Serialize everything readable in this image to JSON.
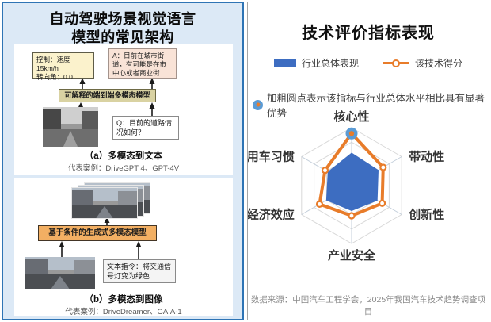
{
  "left_panel": {
    "title_line1": "自动驾驶场景视觉语言",
    "title_line2": "模型的常见架构",
    "diagram_a": {
      "control_box": "控制：速度15km/h\n转向角：0.0",
      "answer_box": "A：目前在城市街道，有可能是在市中心或者商业街",
      "model_box": "可解释的端到端多模态模型",
      "question_box": "Q：目前的道路情况如何？",
      "caption": "（a）多模态到文本",
      "examples": "代表案例：DriveGPT 4、GPT-4V"
    },
    "diagram_b": {
      "model_box": "基于条件的生成式多模态模型",
      "instruction_box": "文本指令：将交通信号灯变为绿色",
      "caption": "（b）多模态到图像",
      "examples": "代表案例：DriveDreamer、GAIA-1"
    }
  },
  "right_panel": {
    "title": "技术评价指标表现",
    "legend": [
      {
        "label": "行业总体表现",
        "color": "#3D6DC1",
        "marker": "bar"
      },
      {
        "label": "该技术得分",
        "color": "#E87C2A",
        "marker": "line-circle"
      }
    ],
    "note": "加粗圆点表示该指标与行业总体水平相比具有显著优势",
    "source": "数据来源：中国汽车工程学会，2025年我国汽车技术趋势调查项目"
  },
  "colors": {
    "industry_fill": "#3D6DC1",
    "tech_line": "#E87C2A",
    "highlight_halo": "#5B9BD5",
    "left_card_border": "#2E74B5"
  },
  "chart_data": {
    "type": "radar",
    "categories": [
      "核心性",
      "带动性",
      "创新性",
      "产业安全",
      "经济效应",
      "用车习惯"
    ],
    "series": [
      {
        "name": "行业总体表现",
        "style": "filled",
        "color": "#3D6DC1",
        "values": [
          0.56,
          0.53,
          0.51,
          0.43,
          0.5,
          0.47
        ]
      },
      {
        "name": "该技术得分",
        "style": "line",
        "color": "#E87C2A",
        "values": [
          0.9,
          0.63,
          0.61,
          0.52,
          0.64,
          0.53
        ]
      }
    ],
    "scale": {
      "min": 0,
      "max": 1.0
    },
    "rings": 4,
    "grid": true,
    "legend_position": "top",
    "highlighted_category": "核心性",
    "highlight_color": "#5B9BD5",
    "title": "技术评价指标表现"
  }
}
